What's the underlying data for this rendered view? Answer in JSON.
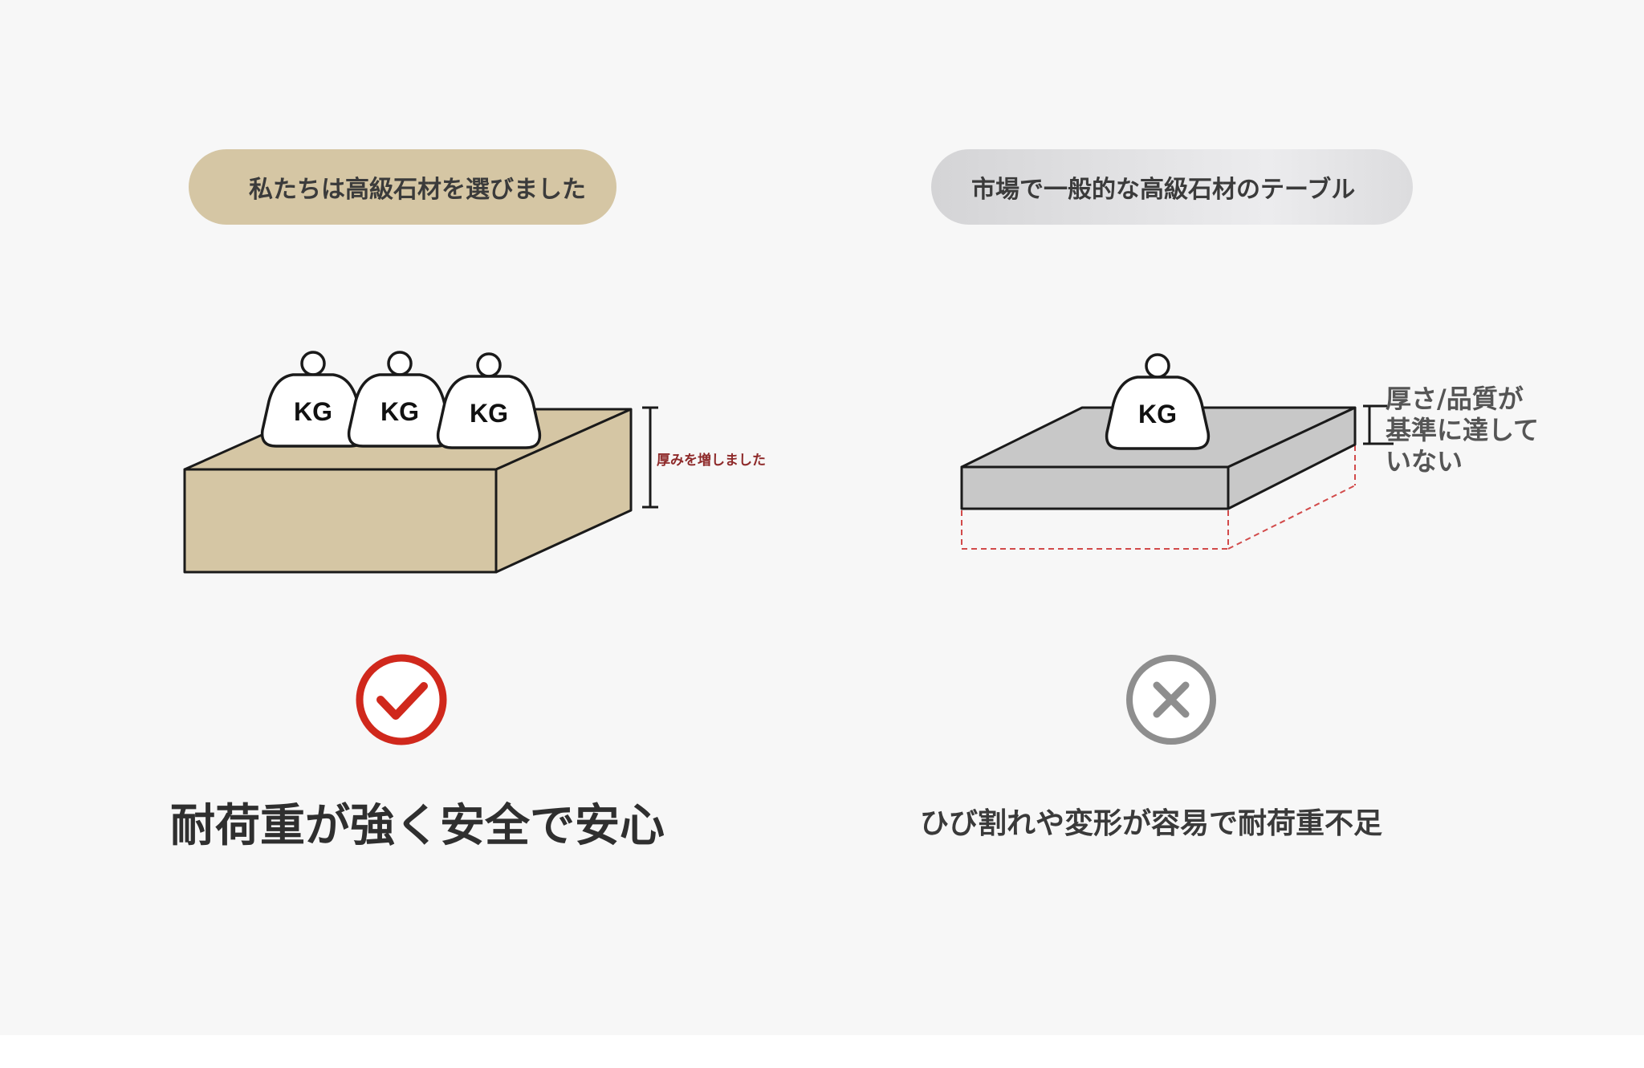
{
  "left": {
    "pill_text": "私たちは高級石材を選びました",
    "weight_label": "KG",
    "thickness_note": "厚みを増しました",
    "caption": "耐荷重が強く安全で安心",
    "slab_color": "#d5c6a4",
    "mark_color": "#d0281c",
    "mark_icon": "check-circle-icon"
  },
  "right": {
    "pill_text": "市場で一般的な高級石材のテーブル",
    "weight_label": "KG",
    "thickness_note_lines": [
      "厚さ/品質が",
      "基準に達して",
      "いない"
    ],
    "caption": "ひび割れや変形が容易で耐荷重不足",
    "slab_color": "#c8c8c8",
    "dashed_color": "#d24a4a",
    "mark_color": "#8e8e8e",
    "mark_icon": "cross-circle-icon"
  }
}
